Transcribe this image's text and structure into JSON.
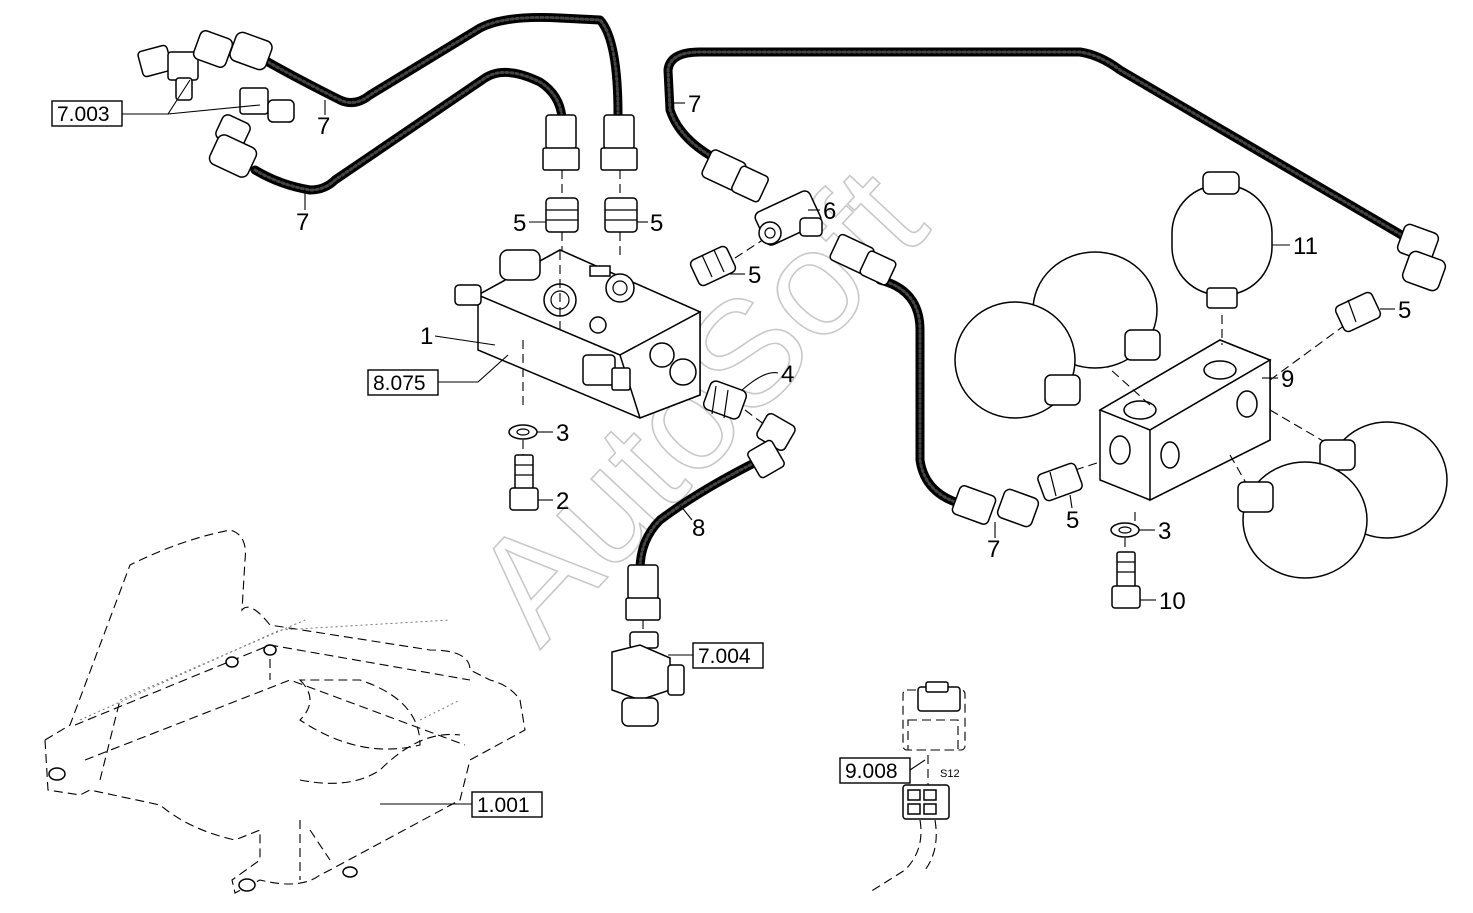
{
  "watermark": "AutoSoft",
  "reference_boxes": [
    "7.003",
    "8.075",
    "7.004",
    "1.001",
    "9.008"
  ],
  "callouts": {
    "seven_a": "7",
    "seven_b": "7",
    "seven_c": "7",
    "seven_d": "7",
    "five_a": "5",
    "five_b": "5",
    "five_c": "5",
    "five_d": "5",
    "five_e": "5",
    "six": "6",
    "eleven": "11",
    "one": "1",
    "four": "4",
    "three_a": "3",
    "three_b": "3",
    "two": "2",
    "eight": "8",
    "nine": "9",
    "ten": "10"
  },
  "switch_code": "S12"
}
